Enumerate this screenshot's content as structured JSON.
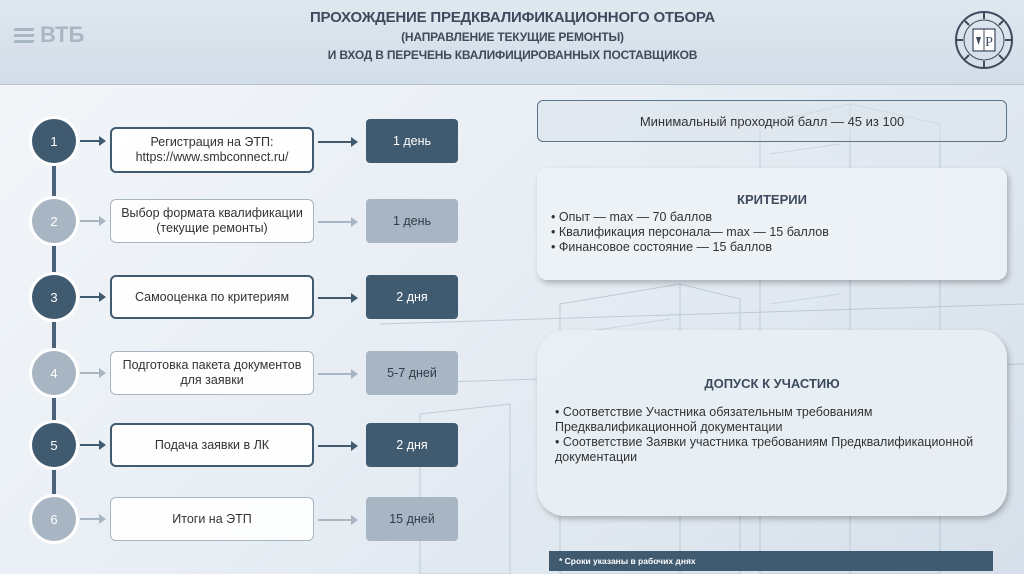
{
  "header": {
    "logo_text": "ВТБ",
    "title_line1": "ПРОХОЖДЕНИЕ ПРЕДКВАЛИФИКАЦИОННОГО ОТБОРА",
    "title_line2": "(НАПРАВЛЕНИЕ ТЕКУЩИЕ РЕМОНТЫ)",
    "title_line3": "И ВХОД В ПЕРЕЧЕНЬ КВАЛИФИЦИРОВАННЫХ ПОСТАВЩИКОВ",
    "emblem_letter": "Р"
  },
  "steps": [
    {
      "num": "1",
      "label_line1": "Регистрация на ЭТП:",
      "label_line2": "https://www.smbconnect.ru/",
      "duration": "1 день",
      "style": "dark"
    },
    {
      "num": "2",
      "label": "Выбор формата квалификации (текущие ремонты)",
      "duration": "1 день",
      "style": "light"
    },
    {
      "num": "3",
      "label": "Самооценка по критериям",
      "duration": "2 дня",
      "style": "dark"
    },
    {
      "num": "4",
      "label": "Подготовка пакета документов для заявки",
      "duration": "5-7 дней",
      "style": "light"
    },
    {
      "num": "5",
      "label": "Подача заявки в ЛК",
      "duration": "2 дня",
      "style": "dark"
    },
    {
      "num": "6",
      "label": "Итоги на ЭТП",
      "duration": "15 дней",
      "style": "light"
    }
  ],
  "min_score": "Минимальный проходной балл — 45 из 100",
  "criteria": {
    "title": "КРИТЕРИИ",
    "items": [
      "• Опыт — max — 70 баллов",
      "• Квалификация персонала— max — 15 баллов",
      "• Финансовое состояние — 15 баллов"
    ]
  },
  "admission": {
    "title": "ДОПУСК К УЧАСТИЮ",
    "items": [
      "• Соответствие Участника обязательным требованиям Предквалификационной документации",
      "• Соответствие Заявки участника требованиям Предквалификационной документации"
    ]
  },
  "note": "* Сроки указаны в рабочих днях",
  "colors": {
    "dark": "#405a70",
    "light": "#a8b6c4",
    "title": "#3d4b5c"
  }
}
